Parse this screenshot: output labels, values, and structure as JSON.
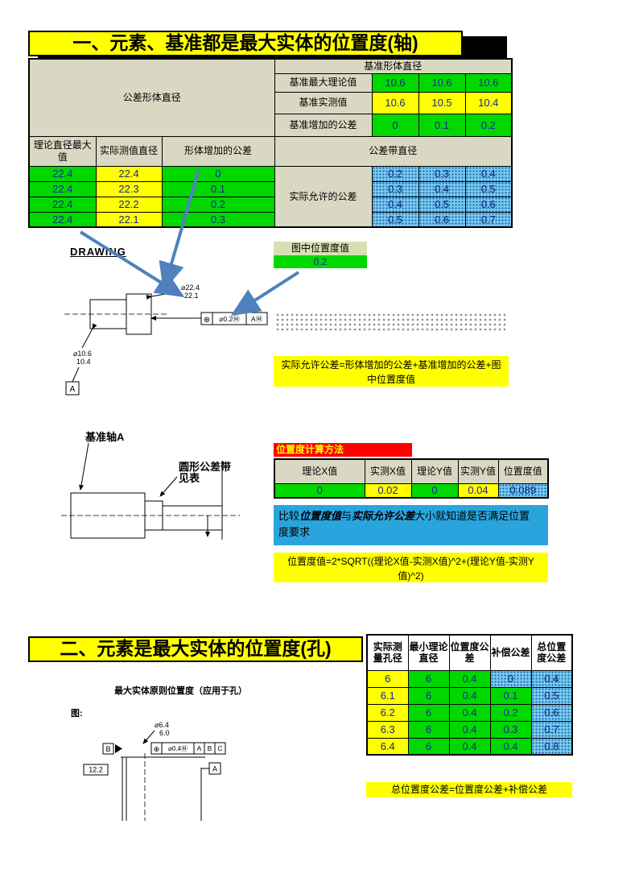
{
  "colors": {
    "cell_green": "#00d800",
    "cell_yellow": "#ffff00",
    "cell_cyan_dotted": "#7bcdf0",
    "header_olive": "#d9d9c3",
    "pos_header_green": "#d6e0b2",
    "note_blue": "#2aa4dd",
    "calc_title_red": "#ff0000",
    "arrow_blue": "#4f81bd",
    "number_navy": "#16279b",
    "title_yellow": "#ffff00"
  },
  "titles": {
    "s1": "一、元素、基准都是最大实体的位置度(轴)",
    "s2": "二、元素是最大实体的位置度(孔)"
  },
  "t1": {
    "datum_header": "基准形体直径",
    "left_header": "公差形体直径",
    "r_max_label": "基准最大理论值",
    "r_max": [
      "10.6",
      "10.6",
      "10.6"
    ],
    "r_meas_label": "基准实测值",
    "r_meas": [
      "10.6",
      "10.5",
      "10.4"
    ],
    "r_bonus_label": "基准增加的公差",
    "r_bonus": [
      "0",
      "0.1",
      "0.2"
    ],
    "h_theory": "理论直径最大值",
    "h_measured": "实际测值直径",
    "h_feature_bonus": "形体增加的公差",
    "h_band": "公差带直径",
    "allowed_label": "实际允许的公差",
    "theory": [
      "22.4",
      "22.4",
      "22.4",
      "22.4"
    ],
    "measured": [
      "22.4",
      "22.3",
      "22.2",
      "22.1"
    ],
    "bonus": [
      "0",
      "0.1",
      "0.2",
      "0.3"
    ],
    "band": [
      [
        "0.2",
        "0.3",
        "0.4"
      ],
      [
        "0.3",
        "0.4",
        "0.5"
      ],
      [
        "0.4",
        "0.5",
        "0.6"
      ],
      [
        "0.5",
        "0.6",
        "0.7"
      ]
    ]
  },
  "labels": {
    "drawing": "DRAWING",
    "pos_header": "图中位置度值",
    "pos_value": "0.2",
    "formula1": "实际允许公差=形体增加的公差+基准增加的公差+图中位置度值",
    "datum_axis": "基准轴A",
    "band_note_l1": "圆形公差带",
    "band_note_l2": "见表",
    "compare_pre": "比较",
    "compare_b1": "位置度值",
    "compare_mid": "与",
    "compare_b2": "实际允许公差",
    "compare_post": "大小就知道是否满足位置度要求",
    "formula2": "位置度值=2*SQRT((理论X值-实测X值)^2+(理论Y值-实测Y值)^2)",
    "d3_title": "最大实体原则位置度（应用于孔）",
    "fig": "图:",
    "formula3": "总位置度公差=位置度公差+补偿公差"
  },
  "calc": {
    "title": "位置度计算方法",
    "headers": [
      "理论X值",
      "实测X值",
      "理论Y值",
      "实测Y值",
      "位置度值"
    ],
    "values": [
      "0",
      "0.02",
      "0",
      "0.04",
      "0.089"
    ]
  },
  "t2": {
    "headers": [
      "实际测量孔径",
      "最小理论直径",
      "位置度公差",
      "补偿公差",
      "总位置度公差"
    ],
    "rows": [
      [
        "6",
        "6",
        "0.4",
        "0",
        "0.4"
      ],
      [
        "6.1",
        "6",
        "0.4",
        "0.1",
        "0.5"
      ],
      [
        "6.2",
        "6",
        "0.4",
        "0.2",
        "0.6"
      ],
      [
        "6.3",
        "6",
        "0.4",
        "0.3",
        "0.7"
      ],
      [
        "6.4",
        "6",
        "0.4",
        "0.4",
        "0.8"
      ]
    ]
  },
  "d1": {
    "dim_large_1": "⌀22.4",
    "dim_large_2": "22.1",
    "fcf_sym": "⊕",
    "fcf_tol": "⌀0.2Ⓜ",
    "fcf_datum": "AⓂ",
    "dim_small_1": "⌀10.6",
    "dim_small_2": "10.4",
    "datum": "A"
  },
  "d3": {
    "dim_1": "⌀6.4",
    "dim_2": "6.0",
    "fcf_sym": "⊕",
    "fcf_tol": "⌀0.4Ⓜ",
    "fcf_d1": "A",
    "fcf_d2": "B",
    "fcf_d3": "C",
    "datum_b": "B",
    "datum_a": "A",
    "dim_left": "12.2"
  }
}
